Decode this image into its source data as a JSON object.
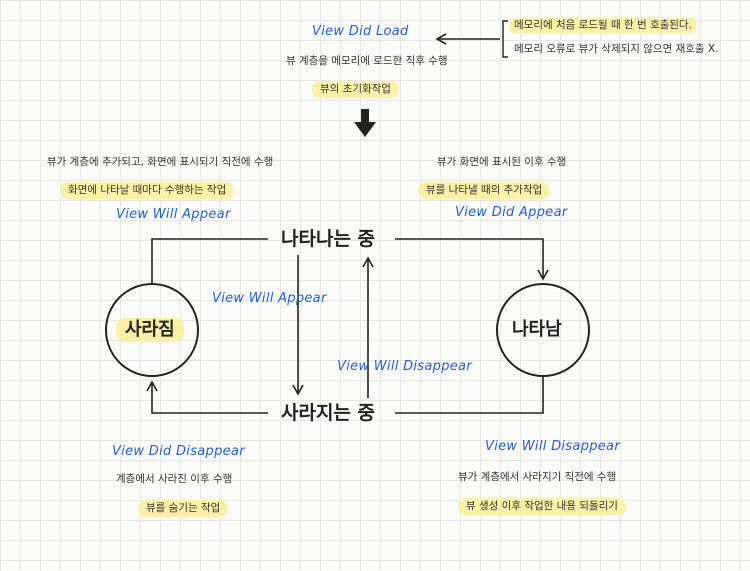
{
  "top": {
    "title": "View Did Load",
    "desc": "뷰 계층을 메모리에 로드한 직후 수행",
    "highlight": "뷰의 초기화작업",
    "note_line1": "메모리에 처음 로드될 때 한 번 호출된다.",
    "note_line2": "메모리 오류로 뷰가 삭제되지 않으면 재호출 X."
  },
  "will_appear_top": {
    "desc": "뷰가 계층에 추가되고, 화면에 표시되기 직전에 수행",
    "highlight": "화면에 나타날 때마다 수행하는 작업",
    "title": "View Will Appear"
  },
  "did_appear": {
    "desc": "뷰가 화면에 표시된 이후 수행",
    "highlight": "뷰를 나타낼 때의 추가작업",
    "title": "View Did Appear"
  },
  "center": {
    "appearing": "나타나는 중",
    "disappearing": "사라지는 중",
    "will_appear_label": "View Will Appear",
    "will_disappear_label": "View Will Disappear"
  },
  "states": {
    "disappeared": "사라짐",
    "appeared": "나타남"
  },
  "did_disappear": {
    "title": "View Did Disappear",
    "desc": "계층에서 사라진 이후 수행",
    "highlight": "뷰를 숨기는 작업"
  },
  "will_disappear": {
    "title": "View Will Disappear",
    "desc": "뷰가 계층에서 사라지기 직전에 수행",
    "highlight": "뷰 생성 이후 작업한 내용 되돌리기"
  }
}
